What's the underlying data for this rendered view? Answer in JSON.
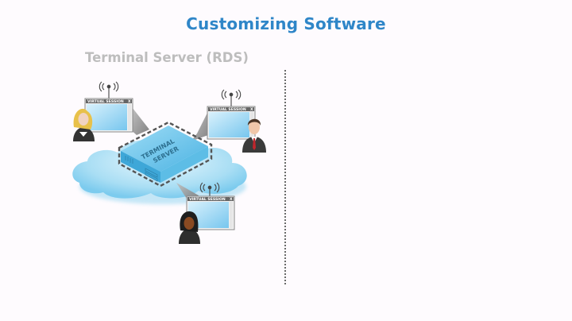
{
  "header": {
    "title": "Customizing Software",
    "subtitle": "Terminal Server (RDS)"
  },
  "diagram": {
    "server": {
      "label_line1": "TERMINAL",
      "label_line2": "SERVER"
    },
    "sessions": [
      {
        "label": "VIRTUAL SESSION",
        "close": "X",
        "user": "woman-blonde"
      },
      {
        "label": "VIRTUAL SESSION",
        "close": "X",
        "user": "man-businessman"
      },
      {
        "label": "VIRTUAL SESSION",
        "close": "X",
        "user": "woman-dark-hair"
      }
    ]
  },
  "colors": {
    "title": "#2f86c8",
    "subtitle": "#bdbdbd",
    "cloud": "#9fd9f2",
    "server": "#6cc4ea",
    "background": "#fefbfe"
  }
}
